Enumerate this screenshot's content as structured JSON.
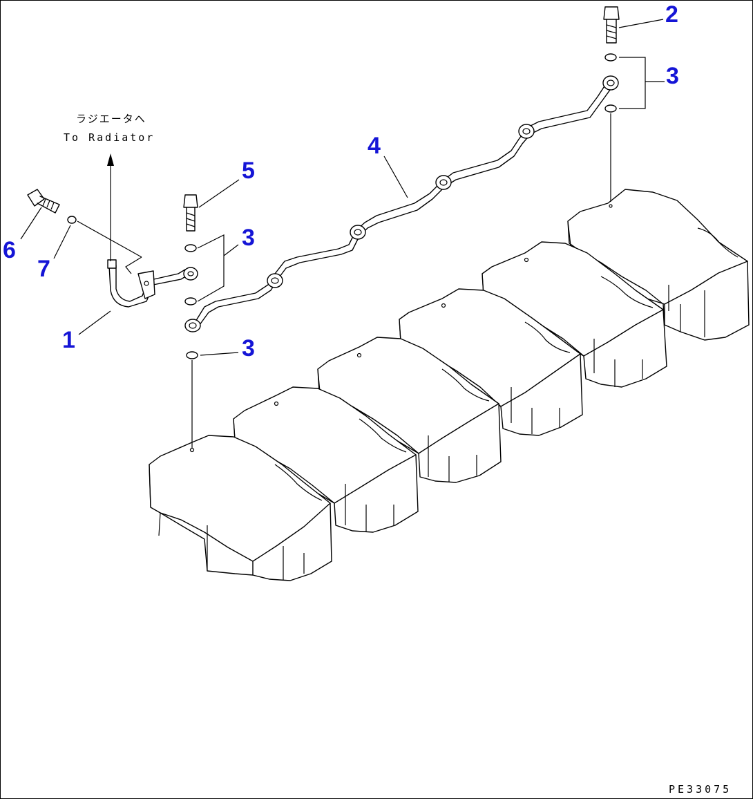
{
  "callouts": {
    "c1": "1",
    "c2": "2",
    "c3a": "3",
    "c3b": "3",
    "c3c": "3",
    "c4": "4",
    "c5": "5",
    "c6": "6",
    "c7": "7"
  },
  "annotation": {
    "japanese": "ラジエータへ",
    "english": "To Radiator"
  },
  "drawing_code": "PE33075",
  "colors": {
    "callout": "#1515d6",
    "line": "#000000",
    "background": "#ffffff"
  }
}
